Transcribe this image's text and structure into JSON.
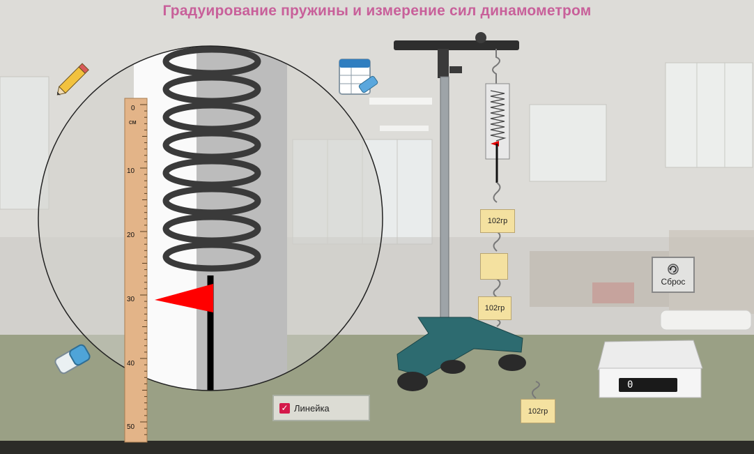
{
  "title": "Градуирование пружины и измерение сил динамометром",
  "ruler": {
    "unit": "см",
    "labels": [
      "0",
      "10",
      "20",
      "30",
      "40",
      "50"
    ]
  },
  "masses": [
    {
      "label": "102гр"
    },
    {
      "label": ""
    },
    {
      "label": "102гр"
    },
    {
      "label": "102гр"
    }
  ],
  "checkbox": {
    "label": "Линейка",
    "checked": true,
    "mark": "✓"
  },
  "reset": {
    "label": "Сброс",
    "icon": "reset-icon"
  },
  "scale": {
    "display": "0"
  },
  "tools": {
    "pencil": "pencil-icon",
    "eraser": "eraser-icon",
    "table": "table-icon"
  },
  "colors": {
    "title": "#c8609a",
    "pointer": "#ff0000",
    "mass": "#f4e1a0",
    "checkbox": "#d4194a"
  }
}
